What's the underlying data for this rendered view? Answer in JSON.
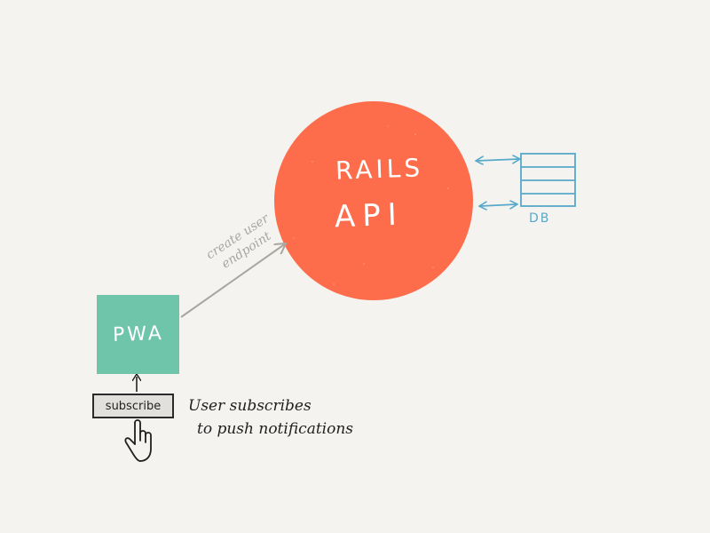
{
  "diagram": {
    "api_node": {
      "line1": "RAILS",
      "line2": "API",
      "color": "#fd6d4b"
    },
    "db_node": {
      "label": "DB",
      "color": "#57a9c9",
      "rows": 4
    },
    "pwa_node": {
      "label": "PWA",
      "color": "#6ec5aa"
    },
    "edge_pwa_api": {
      "line1": "create user",
      "line2": "endpoint",
      "color": "#a9a6a2"
    },
    "subscribe_button": {
      "label": "subscribe"
    },
    "note": {
      "line1": "User subscribes",
      "line2": "to push notifications"
    },
    "icons": {
      "pointer": "hand-pointer-icon"
    },
    "colors": {
      "background": "#f5f3f0",
      "ink": "#222222"
    }
  }
}
